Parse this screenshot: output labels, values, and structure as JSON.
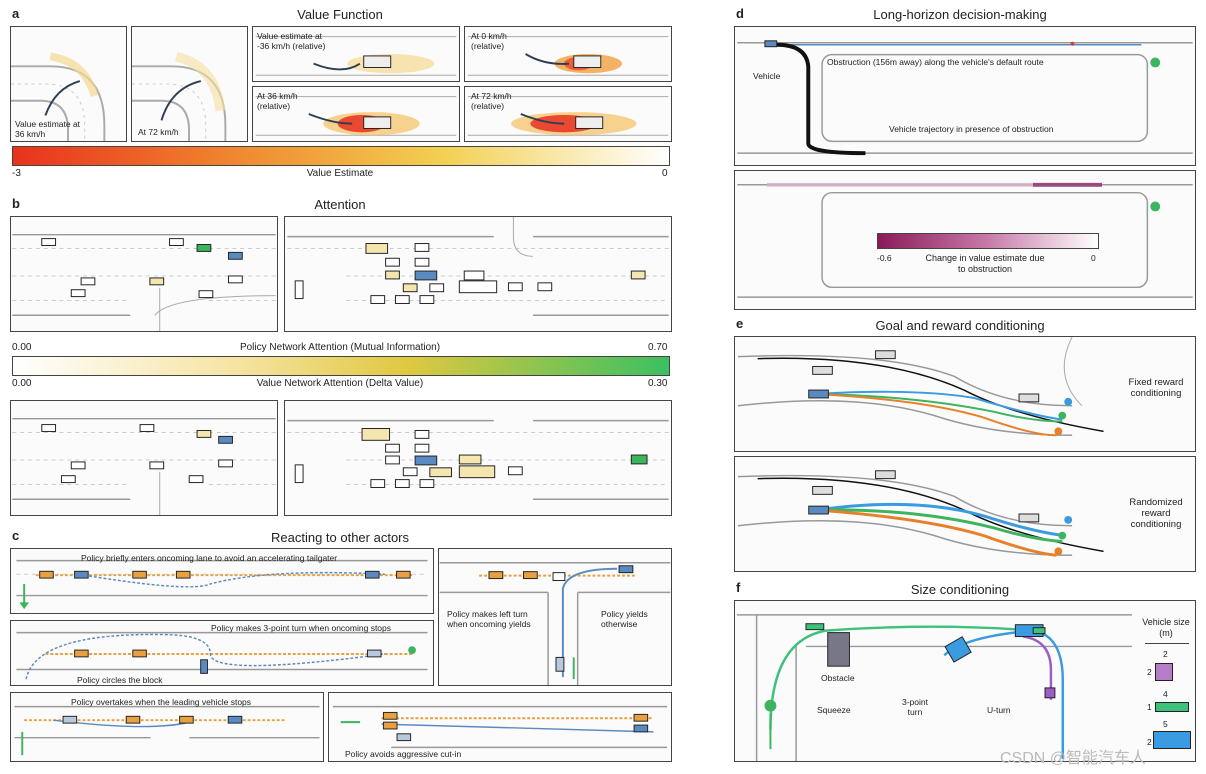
{
  "sections": {
    "a": {
      "letter": "a",
      "title": "Value Function",
      "labels": {
        "t1": "Value estimate at 36 km/h",
        "t2": "At 72 km/h",
        "p3": "Value estimate at -36 km/h (relative)",
        "p4": "At 0 km/h (relative)",
        "p5": "At 36 km/h (relative)",
        "p6": "At 72 km/h (relative)"
      },
      "colorbar": {
        "min": "-3",
        "max": "0",
        "label": "Value Estimate"
      }
    },
    "b": {
      "letter": "b",
      "title": "Attention",
      "colorbar": {
        "top_min": "0.00",
        "top_label": "Policy Network Attention (Mutual Information)",
        "top_max": "0.70",
        "bottom_min": "0.00",
        "bottom_label": "Value Network Attention (Delta Value)",
        "bottom_max": "0.30"
      }
    },
    "c": {
      "letter": "c",
      "title": "Reacting to other actors",
      "labels": {
        "c1": "Policy briefly enters oncoming lane to avoid an accelerating tailgater",
        "c2a": "Policy makes 3-point turn when oncoming stops",
        "c2b": "Policy circles the block",
        "c3a": "Policy makes left turn when oncoming yields",
        "c3b": "Policy yields otherwise",
        "c4": "Policy overtakes when the leading vehicle stops",
        "c5": "Policy avoids aggressive cut-in"
      }
    },
    "d": {
      "letter": "d",
      "title": "Long-horizon decision-making",
      "labels": {
        "vehicle": "Vehicle",
        "obstruction": "Obstruction (156m away) along the vehicle's default route",
        "trajectory": "Vehicle trajectory in presence of obstruction"
      },
      "colorbar": {
        "min": "-0.6",
        "max": "0",
        "label": "Change in value estimate due to obstruction"
      }
    },
    "e": {
      "letter": "e",
      "title": "Goal and reward conditioning",
      "labels": {
        "fixed": "Fixed reward conditioning",
        "random": "Randomized reward conditioning"
      }
    },
    "f": {
      "letter": "f",
      "title": "Size conditioning",
      "labels": {
        "obstacle": "Obstacle",
        "squeeze": "Squeeze",
        "three_point": "3-point turn",
        "uturn": "U-turn"
      },
      "legend": {
        "title": "Vehicle size (m)",
        "items": [
          {
            "w": "2",
            "h": "2",
            "color": "#b57cc8"
          },
          {
            "w": "4",
            "h": "1",
            "color": "#3cc27a"
          },
          {
            "w": "5",
            "h": "2",
            "color": "#3a9be0"
          }
        ]
      }
    }
  },
  "watermark": "CSDN @智能汽车人",
  "colors": {
    "blue": "#5a8bc0",
    "orange": "#e8a040",
    "green": "#3cb55e",
    "purple": "#8a3070",
    "road": "#bbbbbb"
  }
}
